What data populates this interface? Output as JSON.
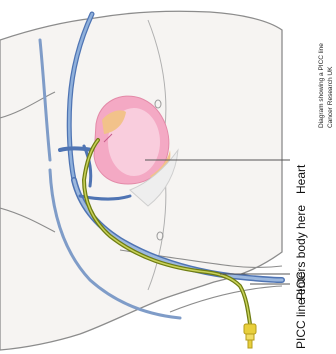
{
  "labels": {
    "heart": "Heart",
    "entry": "PICC line enters body here",
    "picc": "PICC"
  },
  "caption": {
    "line1": "Diagram showing a PICC line",
    "line2": "Cancer Research UK"
  },
  "colors": {
    "skin_outline": "#8c8c8c",
    "skin_fill": "#f6f4f2",
    "vein": "#7f9cc8",
    "vein_dark": "#4f74b3",
    "catheter": "#8a9a1e",
    "catheter_highlight": "#c9d25a",
    "heart": "#f4a9c4",
    "heart_light": "#f9d3e2",
    "fat": "#f2c28a",
    "connector": "#e8cf3c"
  }
}
